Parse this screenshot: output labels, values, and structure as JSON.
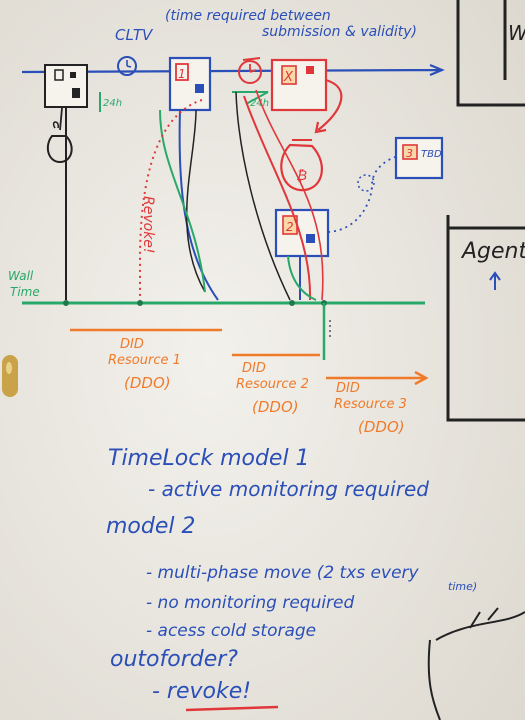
{
  "whiteboard": {
    "top_note": {
      "cltv": "CLTV",
      "paren_line1": "(time required between",
      "paren_line2": "submission & validity)"
    },
    "timer_labels": [
      "24h",
      "24h"
    ],
    "box_labels": [
      "1",
      "X",
      "2",
      "3"
    ],
    "tbd": "TBD",
    "revoke_vertical": "Revoke!",
    "wall_time": [
      "Wall",
      "Time"
    ],
    "did_resources": [
      {
        "line1": "DID",
        "line2": "Resource 1",
        "line3": "(DDO)"
      },
      {
        "line1": "DID",
        "line2": "Resource 2",
        "line3": "(DDO)"
      },
      {
        "line1": "DID",
        "line2": "Resource 3",
        "line3": "(DDO)"
      }
    ],
    "right_panel": {
      "label": "Agent",
      "top_letter": "W"
    },
    "notes": [
      "TimeLock model 1",
      "- active monitoring required",
      "model 2",
      "- multi-phase move (2 txs every",
      "time)",
      "- no monitoring required",
      "- acess cold storage",
      "outoforder?",
      "- revoke!"
    ],
    "colors": {
      "blue": "#2b4fb8",
      "orange": "#f07a2a",
      "green": "#29a86a",
      "red": "#e0383a",
      "teal": "#3aa79a",
      "dark": "#222222",
      "board": "#ece9e2"
    }
  }
}
